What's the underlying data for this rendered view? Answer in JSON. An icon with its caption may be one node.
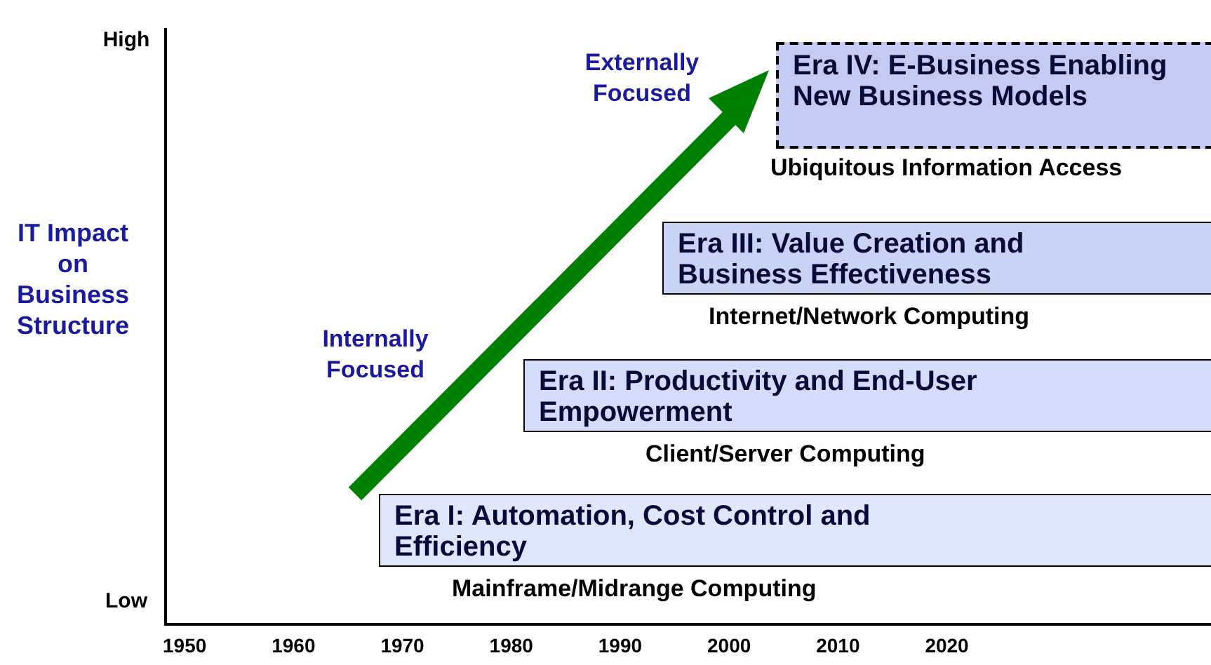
{
  "diagram": {
    "nodes": [
      {
        "text": [
          "Era IV: E-Business Enabling New Business Models"
        ],
        "beside": [
          "Ubiquitous Information Access"
        ]
      },
      {
        "text": [
          "Era III: Value Creation and Business Effectiveness"
        ],
        "beside": [
          "Internet/Network Computing"
        ]
      },
      {
        "text": [
          "Era II: Productivity and End-User Empowerment"
        ],
        "beside": [
          "Client/Server Computing"
        ]
      },
      {
        "text": [
          "Era I: Automation, Cost Control and Efficiency"
        ],
        "beside": [
          "Mainframe/Midrange Computing"
        ]
      }
    ],
    "labels": [
      "High",
      "Externally Focused",
      "IT Impact on Business Structure",
      "Internally Focused",
      "Low",
      "1950",
      "1960",
      "1970",
      "1980",
      "1990",
      "2000",
      "2010",
      "2020"
    ]
  }
}
